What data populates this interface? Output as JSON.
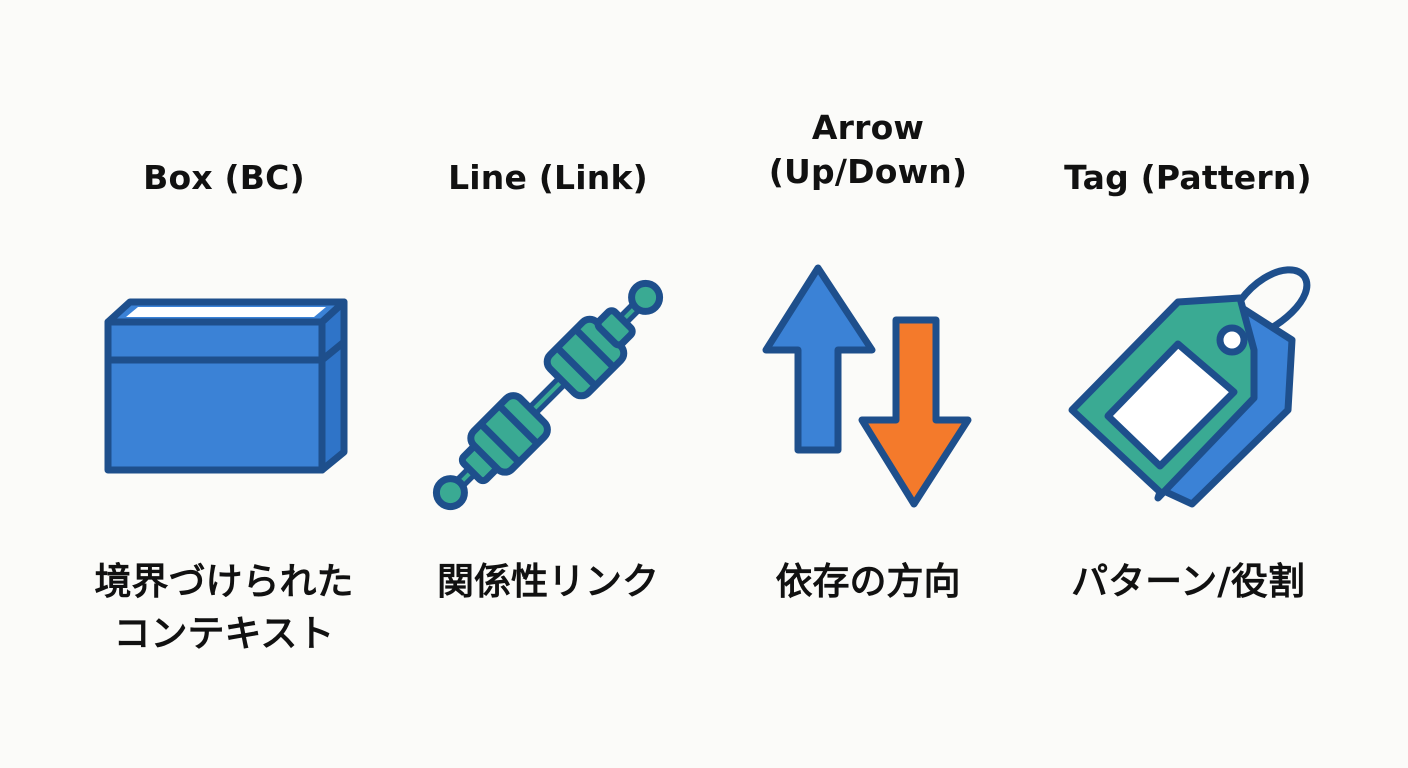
{
  "items": [
    {
      "title": "Box (BC)",
      "icon": "box-icon",
      "description": "境界づけられた\nコンテキスト"
    },
    {
      "title": "Line (Link)",
      "icon": "link-icon",
      "description": "関係性リンク"
    },
    {
      "title": "Arrow\n(Up/Down)",
      "icon": "up-down-arrows-icon",
      "description": "依存の方向"
    },
    {
      "title": "Tag (Pattern)",
      "icon": "tag-icon",
      "description": "パターン/役割"
    }
  ],
  "colors": {
    "blue": "#3b82d6",
    "dark_blue": "#1e4f8c",
    "teal": "#3aaa93",
    "orange": "#f47a2b",
    "background": "#fbfbf9"
  }
}
